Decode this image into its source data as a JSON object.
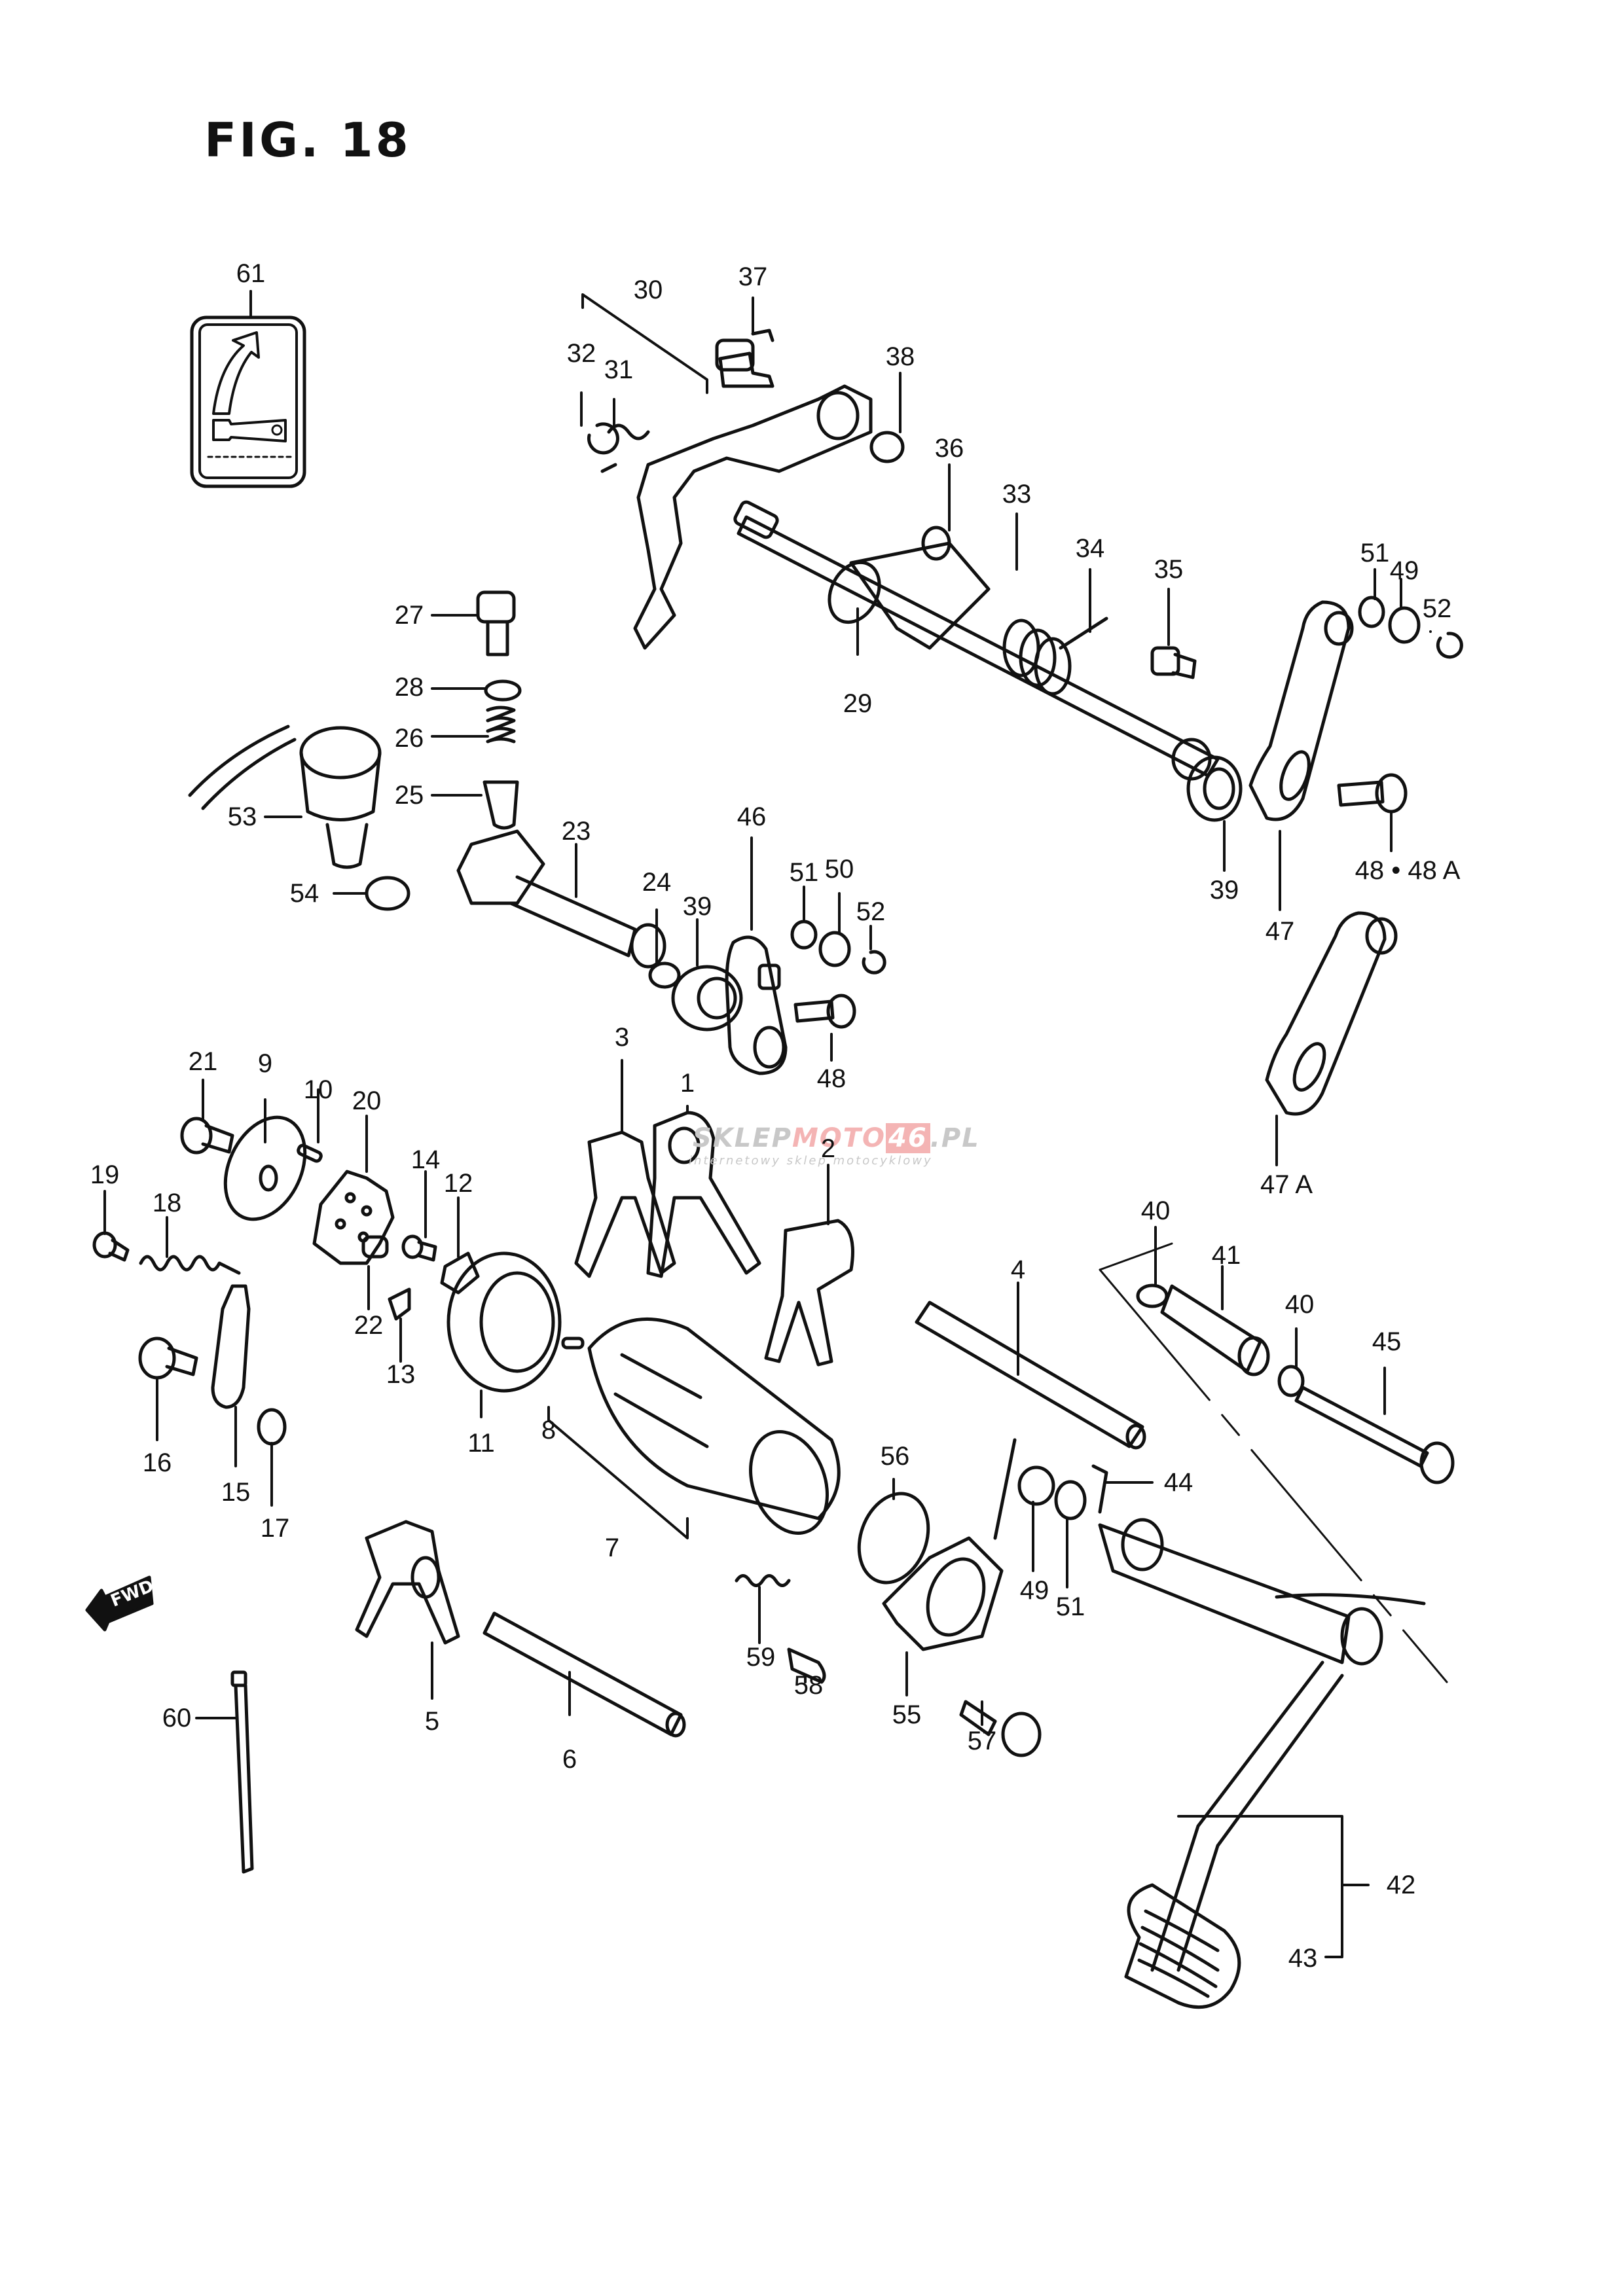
{
  "figure": {
    "title": "FIG. 18"
  },
  "watermark": {
    "part1": "SKLEP",
    "part2": "MOTO",
    "part3": "46",
    "part4": ".PL",
    "tagline": "internetowy sklep motocyklowy"
  },
  "direction_indicator": {
    "label": "FWD",
    "icon": "arrow-left-icon"
  },
  "callouts": [
    {
      "id": "61",
      "label": "61"
    },
    {
      "id": "30",
      "label": "30"
    },
    {
      "id": "37",
      "label": "37"
    },
    {
      "id": "32",
      "label": "32"
    },
    {
      "id": "31",
      "label": "31"
    },
    {
      "id": "38",
      "label": "38"
    },
    {
      "id": "36",
      "label": "36"
    },
    {
      "id": "33",
      "label": "33"
    },
    {
      "id": "34",
      "label": "34"
    },
    {
      "id": "35",
      "label": "35"
    },
    {
      "id": "29",
      "label": "29"
    },
    {
      "id": "51a",
      "label": "51"
    },
    {
      "id": "49a",
      "label": "49"
    },
    {
      "id": "52a",
      "label": "52"
    },
    {
      "id": "27",
      "label": "27"
    },
    {
      "id": "28",
      "label": "28"
    },
    {
      "id": "26",
      "label": "26"
    },
    {
      "id": "25",
      "label": "25"
    },
    {
      "id": "53",
      "label": "53"
    },
    {
      "id": "54",
      "label": "54"
    },
    {
      "id": "23",
      "label": "23"
    },
    {
      "id": "24",
      "label": "24"
    },
    {
      "id": "39a",
      "label": "39"
    },
    {
      "id": "46",
      "label": "46"
    },
    {
      "id": "51b",
      "label": "51"
    },
    {
      "id": "50",
      "label": "50"
    },
    {
      "id": "52b",
      "label": "52"
    },
    {
      "id": "48a",
      "label": "48"
    },
    {
      "id": "39b",
      "label": "39"
    },
    {
      "id": "47",
      "label": "47"
    },
    {
      "id": "48b",
      "label": "48 • 48 A"
    },
    {
      "id": "47A",
      "label": "47  A"
    },
    {
      "id": "21",
      "label": "21"
    },
    {
      "id": "9",
      "label": "9"
    },
    {
      "id": "10",
      "label": "10"
    },
    {
      "id": "20",
      "label": "20"
    },
    {
      "id": "3",
      "label": "3"
    },
    {
      "id": "1",
      "label": "1"
    },
    {
      "id": "2",
      "label": "2"
    },
    {
      "id": "19",
      "label": "19"
    },
    {
      "id": "18",
      "label": "18"
    },
    {
      "id": "14",
      "label": "14"
    },
    {
      "id": "12",
      "label": "12"
    },
    {
      "id": "22",
      "label": "22"
    },
    {
      "id": "13",
      "label": "13"
    },
    {
      "id": "16",
      "label": "16"
    },
    {
      "id": "15",
      "label": "15"
    },
    {
      "id": "17",
      "label": "17"
    },
    {
      "id": "11",
      "label": "11"
    },
    {
      "id": "8",
      "label": "8"
    },
    {
      "id": "7",
      "label": "7"
    },
    {
      "id": "4",
      "label": "4"
    },
    {
      "id": "40a",
      "label": "40"
    },
    {
      "id": "41",
      "label": "41"
    },
    {
      "id": "40b",
      "label": "40"
    },
    {
      "id": "45",
      "label": "45"
    },
    {
      "id": "44",
      "label": "44"
    },
    {
      "id": "56",
      "label": "56"
    },
    {
      "id": "49b",
      "label": "49"
    },
    {
      "id": "51c",
      "label": "51"
    },
    {
      "id": "59",
      "label": "59"
    },
    {
      "id": "58",
      "label": "58"
    },
    {
      "id": "55",
      "label": "55"
    },
    {
      "id": "57",
      "label": "57"
    },
    {
      "id": "5",
      "label": "5"
    },
    {
      "id": "6",
      "label": "6"
    },
    {
      "id": "60",
      "label": "60"
    },
    {
      "id": "42",
      "label": "42"
    },
    {
      "id": "43",
      "label": "43"
    }
  ]
}
